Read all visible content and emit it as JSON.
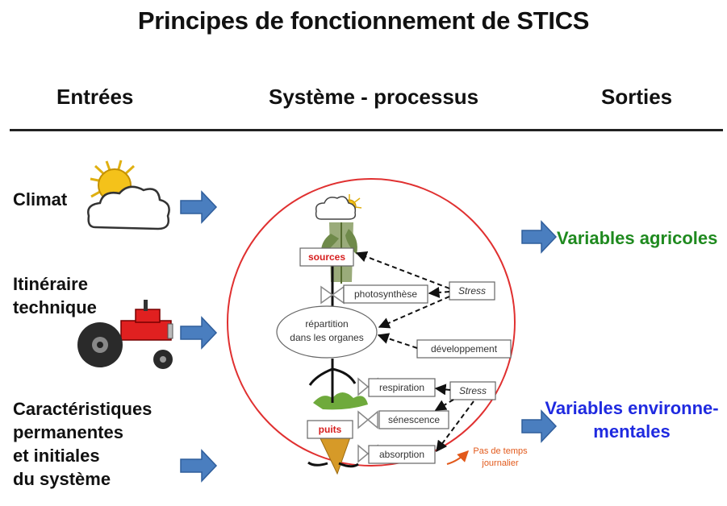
{
  "title": "Principes de fonctionnement de STICS",
  "columns": {
    "inputs": "Entrées",
    "system": "Système - processus",
    "outputs": "Sorties"
  },
  "inputs": {
    "climate": "Climat",
    "itinerary_line1": "Itinéraire",
    "itinerary_line2": "technique",
    "characteristics_line1": "Caractéristiques",
    "characteristics_line2": "permanentes",
    "characteristics_line3": "et initiales",
    "characteristics_line4": "du système"
  },
  "outputs": {
    "agricultural": "Variables agricoles",
    "environmental_line1": "Variables environne-",
    "environmental_line2": "mentales"
  },
  "process": {
    "sources": "sources",
    "photosynthesis": "photosynthèse",
    "stress_top": "Stress",
    "partition_line1": "répartition",
    "partition_line2": "dans les organes",
    "development": "développement",
    "respiration": "respiration",
    "stress_bottom": "Stress",
    "senescence": "sénescence",
    "sinks": "puits",
    "absorption": "absorption",
    "timestep_line1": "Pas de temps",
    "timestep_line2": "journalier"
  },
  "colors": {
    "arrow_blue": "#4a7ebf",
    "circle_red": "#e03030",
    "agricultural_green": "#1f8a1f",
    "environmental_blue": "#1f2ae0",
    "label_red": "#d61e1e",
    "timestep_orange": "#e25a1c"
  },
  "icons": [
    "sun-cloud-icon",
    "tractor-icon",
    "sun-cloud-small-icon",
    "plant-icon",
    "root-icon",
    "valve-icon"
  ]
}
